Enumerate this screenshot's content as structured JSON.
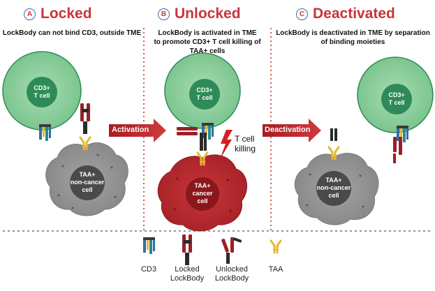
{
  "panels": {
    "a": {
      "badge": "A",
      "title": "Locked",
      "caption": "LockBody can not bind CD3, outside TME"
    },
    "b": {
      "badge": "B",
      "title": "Unlocked",
      "caption_line1": "LockBody is activated in TME",
      "caption_line2": "to promote CD3+ T cell killing of",
      "caption_line3": "TAA+ cells"
    },
    "c": {
      "badge": "C",
      "title": "Deactivated",
      "caption_line1": "LockBody is deactivated in TME by separation",
      "caption_line2": "of binding moieties"
    }
  },
  "cells": {
    "tcell_line1": "CD3+",
    "tcell_line2": "T cell",
    "noncancer_line1": "TAA+",
    "noncancer_line2": "non-cancer",
    "noncancer_line3": "cell",
    "cancer_line1": "TAA+",
    "cancer_line2": "cancer",
    "cancer_line3": "cell"
  },
  "arrows": {
    "activation": "Activation",
    "deactivation": "Deactivation"
  },
  "killing": {
    "line1": "T cell",
    "line2": "killing"
  },
  "legend": {
    "cd3": "CD3",
    "locked_line1": "Locked",
    "locked_line2": "LockBody",
    "unlocked_line1": "Unlocked",
    "unlocked_line2": "LockBody",
    "taa": "TAA"
  },
  "colors": {
    "title_red": "#c7353a",
    "tcell_outer": "#8fd1a0",
    "tcell_inner": "#2e8b57",
    "noncancer_cell": "#9b9b9b",
    "cancer_cell": "#b8282d",
    "antibody_red": "#9c1f25",
    "antibody_dark": "#2a2a2a",
    "taa_yellow": "#e8b730",
    "cd3_blue": "#2f6fa8",
    "cd3_teal": "#2a8a8a",
    "divider": "#c0392b"
  }
}
